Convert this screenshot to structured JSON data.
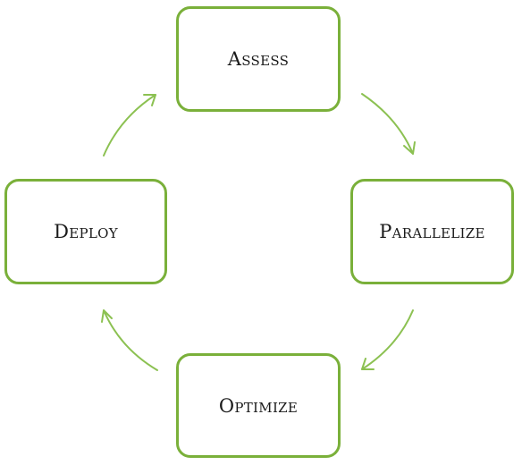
{
  "diagram": {
    "type": "cycle",
    "nodes": [
      {
        "id": "assess",
        "label": "Assess"
      },
      {
        "id": "parallelize",
        "label": "Parallelize"
      },
      {
        "id": "optimize",
        "label": "Optimize"
      },
      {
        "id": "deploy",
        "label": "Deploy"
      }
    ],
    "edges": [
      {
        "from": "assess",
        "to": "parallelize"
      },
      {
        "from": "parallelize",
        "to": "optimize"
      },
      {
        "from": "optimize",
        "to": "deploy"
      },
      {
        "from": "deploy",
        "to": "assess"
      }
    ],
    "colors": {
      "node_border": "#7ab03a",
      "arrow": "#8cc152",
      "text": "#1a1a1a",
      "background": "#ffffff"
    }
  }
}
